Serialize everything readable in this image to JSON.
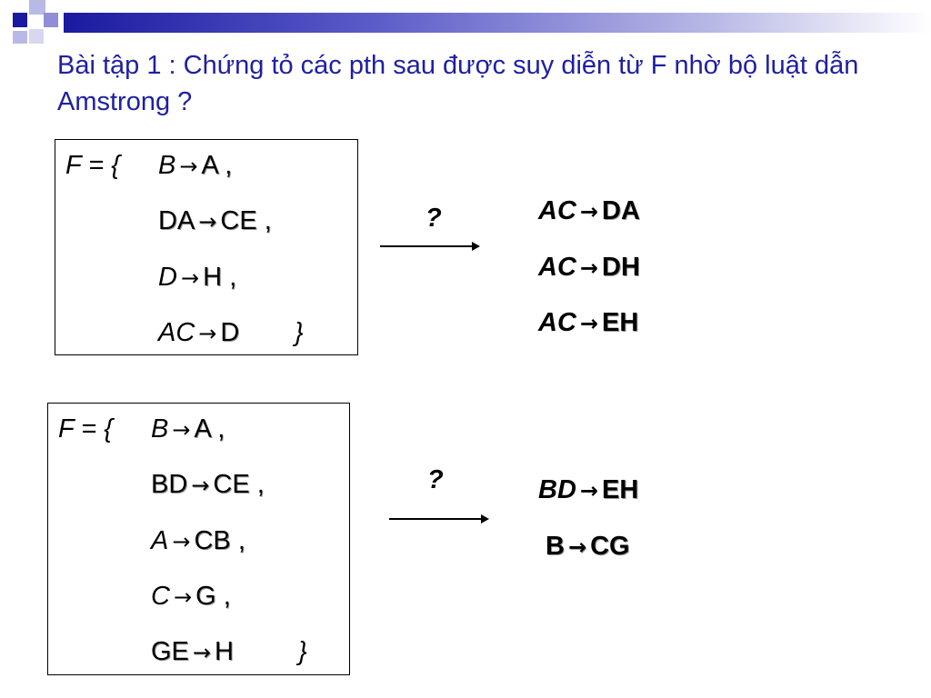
{
  "title": "Bài tập 1 : Chứng tỏ các pth sau được suy diễn từ F nhờ  bộ luật dẫn Amstrong ?",
  "arrow_symbol": "→",
  "exercise1": {
    "set_open": "F = {",
    "set_close": "}",
    "question": "?",
    "fds": [
      {
        "lhs": "B",
        "rhs": "A",
        "sep": ","
      },
      {
        "lhs": "DA",
        "rhs": "CE",
        "sep": ","
      },
      {
        "lhs": "D",
        "rhs": "H",
        "sep": ","
      },
      {
        "lhs": "AC",
        "rhs": "D",
        "sep": ""
      }
    ],
    "targets": [
      {
        "lhs": "AC",
        "rhs": "DA"
      },
      {
        "lhs": "AC",
        "rhs": "DH"
      },
      {
        "lhs": "AC",
        "rhs": "EH"
      }
    ]
  },
  "exercise2": {
    "set_open": "F = {",
    "set_close": "}",
    "question": "?",
    "fds": [
      {
        "lhs": "B",
        "rhs": "A",
        "sep": ","
      },
      {
        "lhs": "BD",
        "rhs": "CE",
        "sep": ","
      },
      {
        "lhs": "A",
        "rhs": "CB",
        "sep": ","
      },
      {
        "lhs": "C",
        "rhs": "G",
        "sep": ","
      },
      {
        "lhs": "GE",
        "rhs": "H",
        "sep": ""
      }
    ],
    "targets": [
      {
        "lhs": "BD",
        "rhs": "EH"
      },
      {
        "lhs": "B",
        "rhs": "CG"
      }
    ]
  },
  "colors": {
    "title": "#1f1fa3",
    "header_dark": "#1a1aa0",
    "header_light": "#b9b9e6"
  }
}
